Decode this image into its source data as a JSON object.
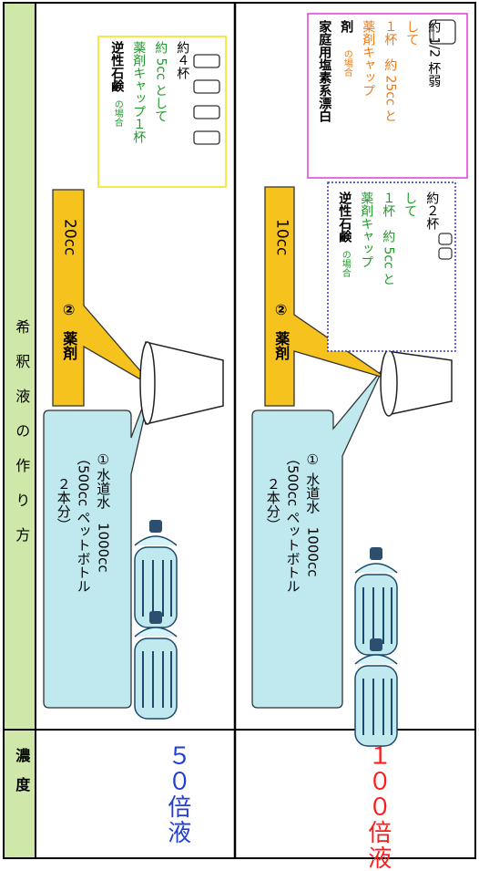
{
  "colors": {
    "header_bg": "#cfe7a8",
    "callout_fill": "#bfe9ef",
    "tab_fill": "#f6c21d",
    "blue_text": "#1f3fd6",
    "red_text": "#ff1a1a",
    "green_text": "#1f9a2b",
    "orange_text": "#f07a12",
    "pink_border": "#e03bd8",
    "yellow_border": "#f3e20a",
    "blue_dot_border": "#3333cc"
  },
  "header": {
    "concentration_label": "濃　度",
    "method_label": "希　釈　液　の　作　り　方"
  },
  "rows": [
    {
      "concentration": "５０倍液",
      "water": {
        "line1": "①水道水　1000cc",
        "line2": "（500cc ペットボトル",
        "line3": "２本分）"
      },
      "agent": {
        "number": "②",
        "label": "薬剤",
        "amount": "20cc"
      },
      "soap_box": {
        "title": "逆性石鹸",
        "title_suffix": "の場合",
        "line_cap": "薬剤キャップ１杯",
        "line_cc": "約 5cc として",
        "line_count": "約４杯"
      }
    },
    {
      "concentration": "１００倍液",
      "water": {
        "line1": "①  水道水　1000cc",
        "line2": "（500cc ペットボトル",
        "line3": "２本分）"
      },
      "agent": {
        "number": "②",
        "label": "薬剤",
        "amount": "10cc"
      },
      "soap_box": {
        "title": "逆性石鹸",
        "title_suffix": "の場合",
        "line_cap": "薬剤キャップ",
        "line_cc1": "１杯　約 5cc と",
        "line_cc2": "して",
        "line_count": "約２杯"
      },
      "bleach_box": {
        "title": "家庭用塩素系漂白",
        "title2": "剤",
        "title_suffix": "の場合",
        "line_cap": "薬剤キャップ",
        "line_cc1": "１杯　約 25cc と",
        "line_cc2": "して",
        "line_count": "約 1/2 杯弱"
      }
    }
  ]
}
